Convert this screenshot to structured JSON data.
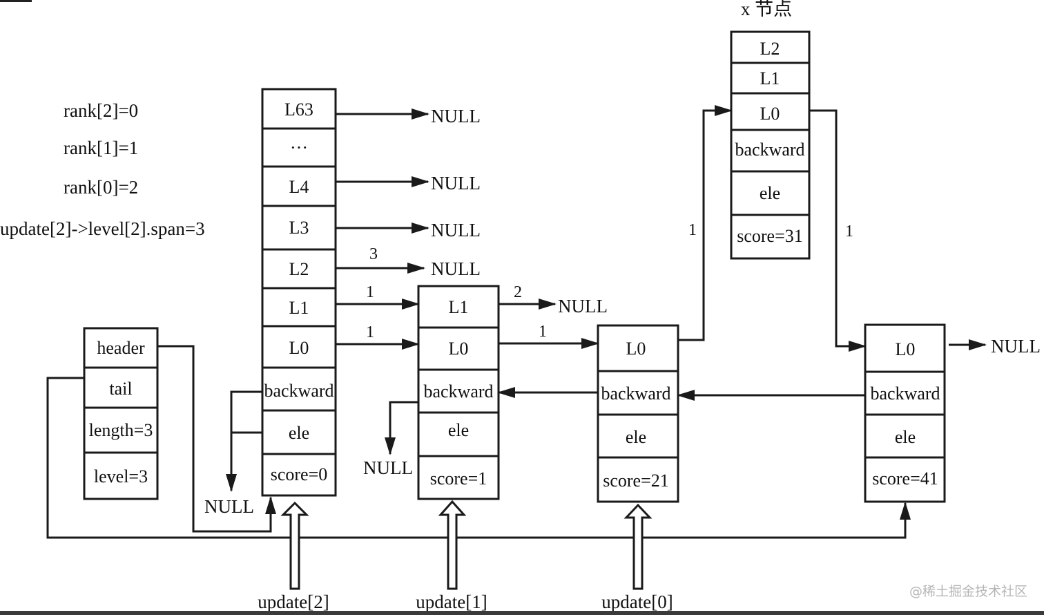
{
  "info_lines": [
    "rank[2]=0",
    "rank[1]=1",
    "rank[0]=2",
    "update[2]->level[2].span=3"
  ],
  "list_struct": [
    "header",
    "tail",
    "length=3",
    "level=3"
  ],
  "node_header": [
    "L63",
    "···",
    "L4",
    "L3",
    "L2",
    "L1",
    "L0",
    "backward",
    "ele",
    "score=0"
  ],
  "node_1": [
    "L1",
    "L0",
    "backward",
    "ele",
    "score=1"
  ],
  "node_2": [
    "L0",
    "backward",
    "ele",
    "score=21"
  ],
  "node_x": [
    "L2",
    "L1",
    "L0",
    "backward",
    "ele",
    "score=31"
  ],
  "node_3": [
    "L0",
    "backward",
    "ele",
    "score=41"
  ],
  "x_node_title": "x 节点",
  "null_label": "NULL",
  "spans": {
    "header_l2": "3",
    "header_l1": "1",
    "header_l0": "1",
    "n1_l1": "2",
    "n1_l0": "1",
    "to_x": "1",
    "from_x": "1"
  },
  "update_labels": [
    "update[2]",
    "update[1]",
    "update[0]"
  ],
  "watermark": "@稀土掘金技术社区"
}
